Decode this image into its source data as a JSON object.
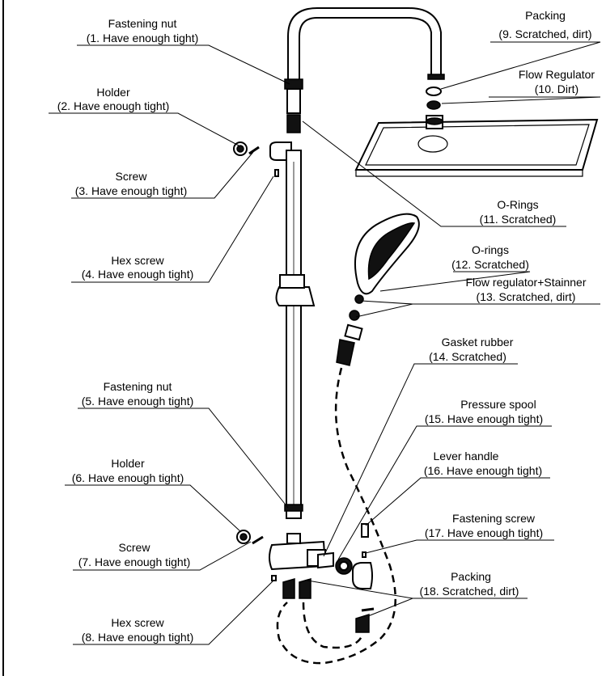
{
  "labels": [
    {
      "id": "1",
      "name": "Fastening nut",
      "note": "(1. Have enough tight)"
    },
    {
      "id": "2",
      "name": "Holder",
      "note": "(2. Have enough tight)"
    },
    {
      "id": "3",
      "name": "Screw",
      "note": "(3. Have enough tight)"
    },
    {
      "id": "4",
      "name": "Hex screw",
      "note": "(4. Have enough tight)"
    },
    {
      "id": "5",
      "name": "Fastening nut",
      "note": "(5. Have enough tight)"
    },
    {
      "id": "6",
      "name": "Holder",
      "note": "(6. Have enough tight)"
    },
    {
      "id": "7",
      "name": "Screw",
      "note": "(7. Have enough tight)"
    },
    {
      "id": "8",
      "name": "Hex screw",
      "note": "(8. Have enough tight)"
    },
    {
      "id": "9",
      "name": "Packing",
      "note": "(9. Scratched, dirt)"
    },
    {
      "id": "10",
      "name": "Flow Regulator",
      "note": "(10. Dirt)"
    },
    {
      "id": "11",
      "name": "O-Rings",
      "note": "(11. Scratched)"
    },
    {
      "id": "12",
      "name": "O-rings",
      "note": "(12. Scratched)"
    },
    {
      "id": "13",
      "name": "Flow regulator+Stainner",
      "note": "(13. Scratched, dirt)"
    },
    {
      "id": "14",
      "name": "Gasket rubber",
      "note": "(14. Scratched)"
    },
    {
      "id": "15",
      "name": "Pressure spool",
      "note": "(15. Have enough tight)"
    },
    {
      "id": "16",
      "name": "Lever handle",
      "note": "(16. Have enough tight)"
    },
    {
      "id": "17",
      "name": "Fastening screw",
      "note": "(17. Have enough tight)"
    },
    {
      "id": "18",
      "name": "Packing",
      "note": "(18. Scratched, dirt)"
    }
  ]
}
